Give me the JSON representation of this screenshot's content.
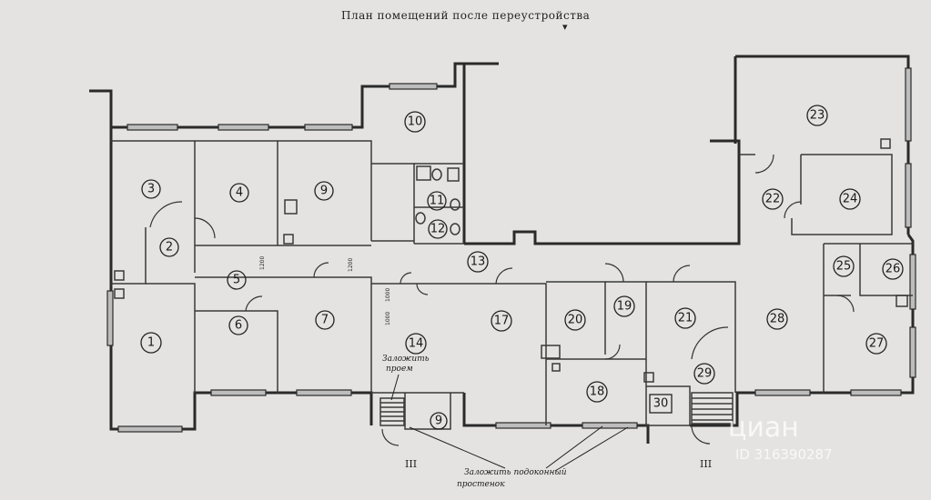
{
  "title": "План помещений после переустройства",
  "rooms": [
    {
      "label": "1"
    },
    {
      "label": "2"
    },
    {
      "label": "3"
    },
    {
      "label": "4"
    },
    {
      "label": "5"
    },
    {
      "label": "6"
    },
    {
      "label": "7"
    },
    {
      "label": "9"
    },
    {
      "label": "10"
    },
    {
      "label": "11"
    },
    {
      "label": "12"
    },
    {
      "label": "13"
    },
    {
      "label": "14"
    },
    {
      "label": "17"
    },
    {
      "label": "18"
    },
    {
      "label": "19"
    },
    {
      "label": "20"
    },
    {
      "label": "21"
    },
    {
      "label": "22"
    },
    {
      "label": "23"
    },
    {
      "label": "24"
    },
    {
      "label": "25"
    },
    {
      "label": "26"
    },
    {
      "label": "27"
    },
    {
      "label": "28"
    },
    {
      "label": "29"
    },
    {
      "label": "30"
    },
    {
      "label": "9"
    }
  ],
  "notes": {
    "fill_opening_line1": "Заложить",
    "fill_opening_line2": "проем",
    "fill_sill_line1": "Заложить подоконный",
    "fill_sill_line2": "простенок"
  },
  "section_marks": [
    "III",
    "III"
  ],
  "dimensions": [
    "1200",
    "1200",
    "1000",
    "1000"
  ],
  "watermark": {
    "brand": "циан",
    "id": "ID 316390287"
  }
}
